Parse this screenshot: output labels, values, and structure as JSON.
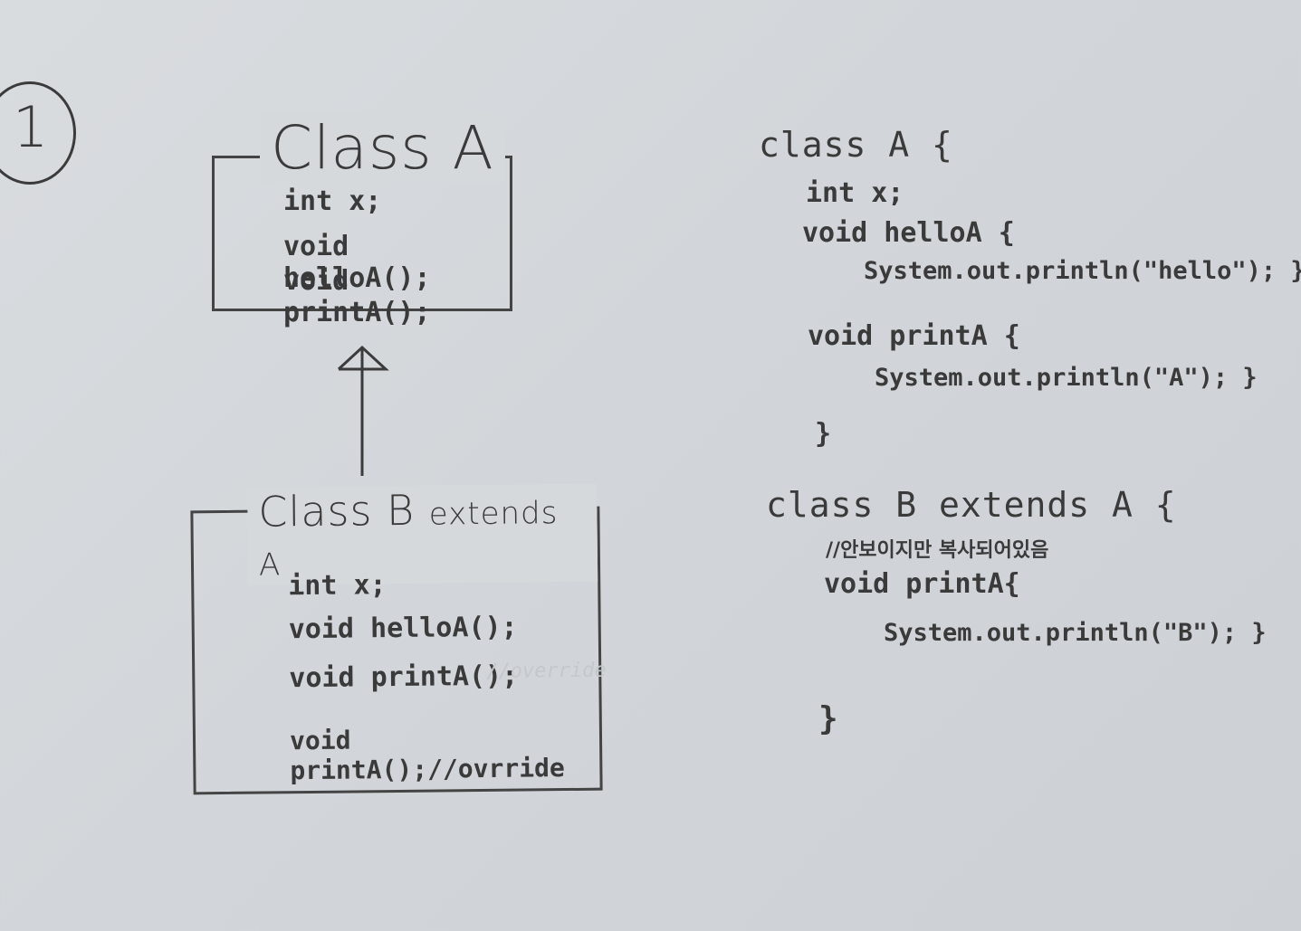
{
  "step": "1",
  "class_a_box": {
    "title": "Class A",
    "members": [
      "int x;",
      "void helloA();",
      "void printA();"
    ]
  },
  "class_b_box": {
    "title_main": "Class B",
    "title_suffix": "extends A",
    "members": [
      "int x;",
      "void helloA();",
      "void printA();",
      "void printA();//ovrride"
    ],
    "faint_note": "//override"
  },
  "code": {
    "class_a_header": "class A {",
    "class_a_lines": [
      "int x;",
      "void helloA {",
      "System.out.println(\"hello\"); }",
      "void printA {",
      "System.out.println(\"A\"); }",
      "}"
    ],
    "class_b_header": "class B extends A {",
    "class_b_comment": "//안보이지만 복사되어있음",
    "class_b_lines": [
      "void printA{",
      "System.out.println(\"B\"); }",
      "}"
    ]
  }
}
